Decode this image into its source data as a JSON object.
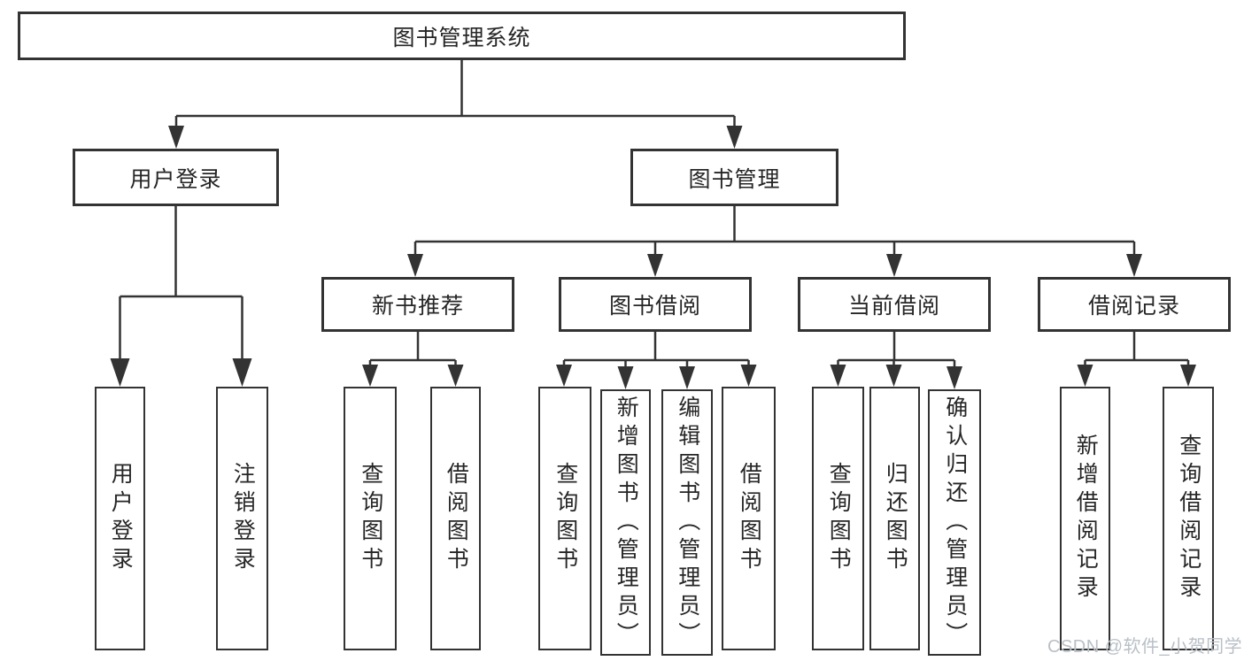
{
  "tree": {
    "label": "图书管理系统",
    "children": [
      {
        "label": "用户登录",
        "children": [
          {
            "label": "用户登录"
          },
          {
            "label": "注销登录"
          }
        ]
      },
      {
        "label": "图书管理",
        "children": [
          {
            "label": "新书推荐",
            "children": [
              {
                "label": "查询图书"
              },
              {
                "label": "借阅图书"
              }
            ]
          },
          {
            "label": "图书借阅",
            "children": [
              {
                "label": "查询图书"
              },
              {
                "label": "新增图书（管理员）"
              },
              {
                "label": "编辑图书（管理员）"
              },
              {
                "label": "借阅图书"
              }
            ]
          },
          {
            "label": "当前借阅",
            "children": [
              {
                "label": "查询图书"
              },
              {
                "label": "归还图书"
              },
              {
                "label": "确认归还（管理员）"
              }
            ]
          },
          {
            "label": "借阅记录",
            "children": [
              {
                "label": "新增借阅记录"
              },
              {
                "label": "查询借阅记录"
              }
            ]
          }
        ]
      }
    ]
  },
  "watermark": "CSDN @软件_小贺同学",
  "colors": {
    "line": "#333333",
    "box_border": "#333333",
    "text": "#262626",
    "watermark": "#b9c0c7",
    "background": "#ffffff"
  }
}
